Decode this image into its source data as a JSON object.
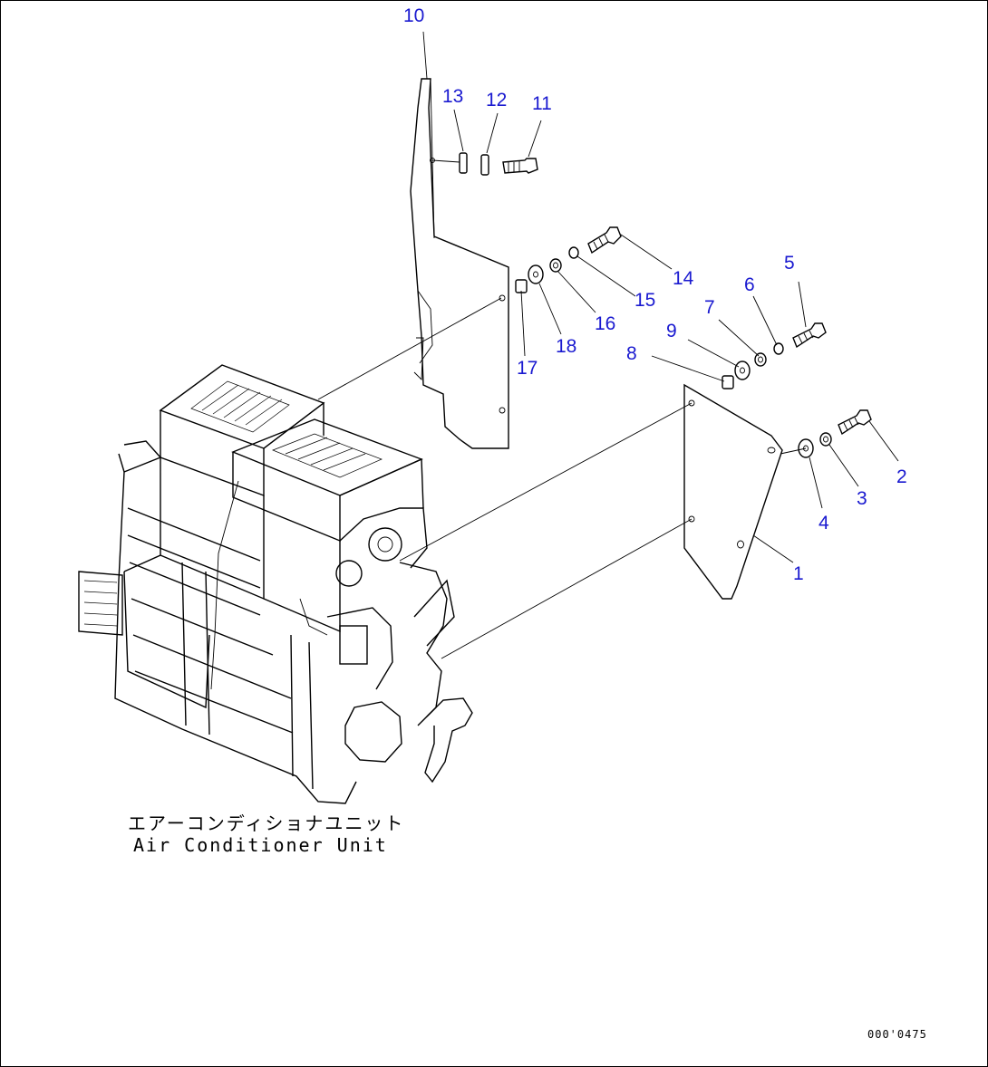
{
  "callouts": {
    "c1": "1",
    "c2": "2",
    "c3": "3",
    "c4": "4",
    "c5": "5",
    "c6": "6",
    "c7": "7",
    "c8": "8",
    "c9": "9",
    "c10": "10",
    "c11": "11",
    "c12": "12",
    "c13": "13",
    "c14": "14",
    "c15": "15",
    "c16": "16",
    "c17": "17",
    "c18": "18"
  },
  "caption": {
    "japanese": "エアーコンディショナユニット",
    "english": "Air Conditioner Unit"
  },
  "drawing_id": "000'0475",
  "colors": {
    "callout": "#1a1ad0",
    "line": "#000000",
    "background": "#ffffff"
  }
}
